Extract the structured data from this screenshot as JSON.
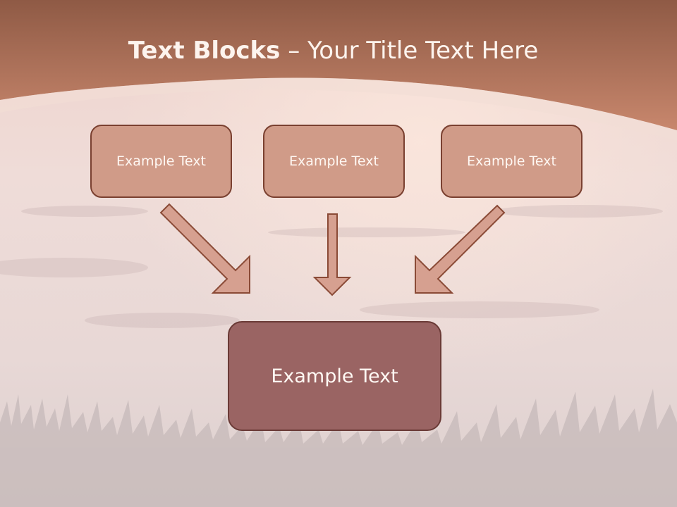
{
  "slide": {
    "title_bold": "Text Blocks",
    "title_dash": " – ",
    "title_rest": "Your Title Text Here"
  },
  "boxes": {
    "top": [
      {
        "label": "Example Text"
      },
      {
        "label": "Example Text"
      },
      {
        "label": "Example Text"
      }
    ],
    "main": {
      "label": "Example Text"
    }
  },
  "colors": {
    "header_band": "#b87a63",
    "box_fill": "#d09b88",
    "box_border": "#7a4030",
    "main_box_fill": "#9a6463",
    "arrow_fill": "#d6a090",
    "arrow_stroke": "#8a4a36",
    "text": "#fff8f3"
  }
}
